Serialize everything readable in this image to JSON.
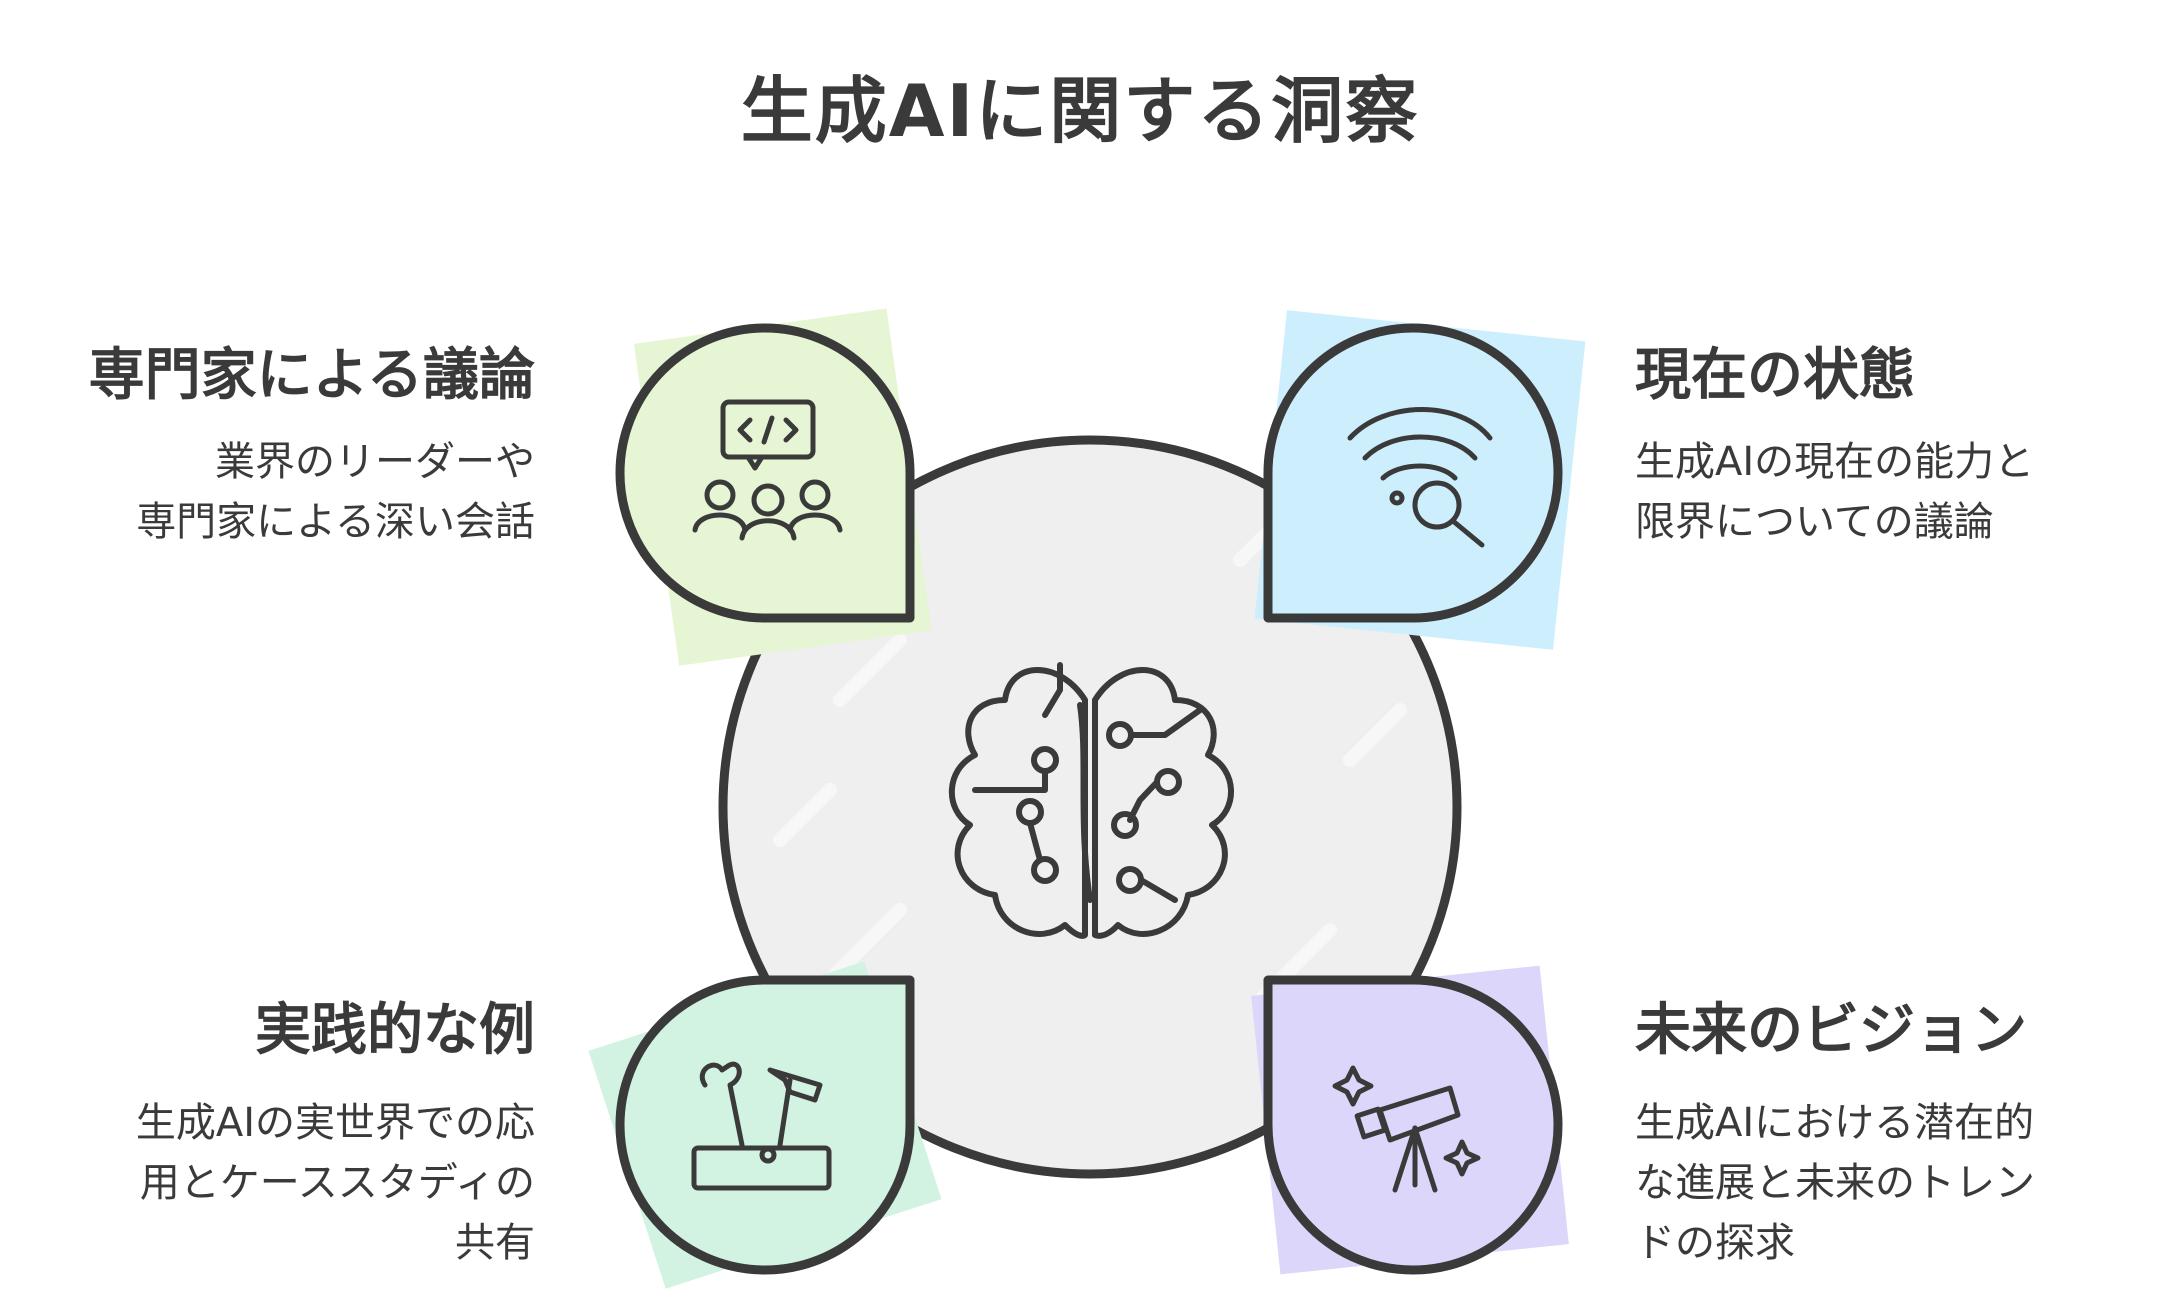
{
  "title": "生成AIに関する洞察",
  "center": {
    "icon": "brain-circuit-icon"
  },
  "sections": {
    "expert": {
      "heading": "専門家による議論",
      "desc_line1": "業界のリーダーや",
      "desc_line2": "専門家による深い会話",
      "icon": "code-team-icon",
      "color": "#e6f5d4"
    },
    "current": {
      "heading": "現在の状態",
      "desc_line1": "生成AIの現在の能力と",
      "desc_line2": "限界についての議論",
      "icon": "signal-search-icon",
      "color": "#cdeefc"
    },
    "practical": {
      "heading": "実践的な例",
      "desc_line1": "生成AIの実世界での応",
      "desc_line2": "用とケーススタディの",
      "desc_line3": "共有",
      "icon": "toolbox-icon",
      "color": "#d2f2e2"
    },
    "future": {
      "heading": "未来のビジョン",
      "desc_line1": "生成AIにおける潜在的",
      "desc_line2": "な進展と未来のトレン",
      "desc_line3": "ドの探求",
      "icon": "telescope-icon",
      "color": "#dcd6fb"
    }
  },
  "colors": {
    "stroke": "#3a3a3a",
    "center_fill": "#efefef"
  }
}
